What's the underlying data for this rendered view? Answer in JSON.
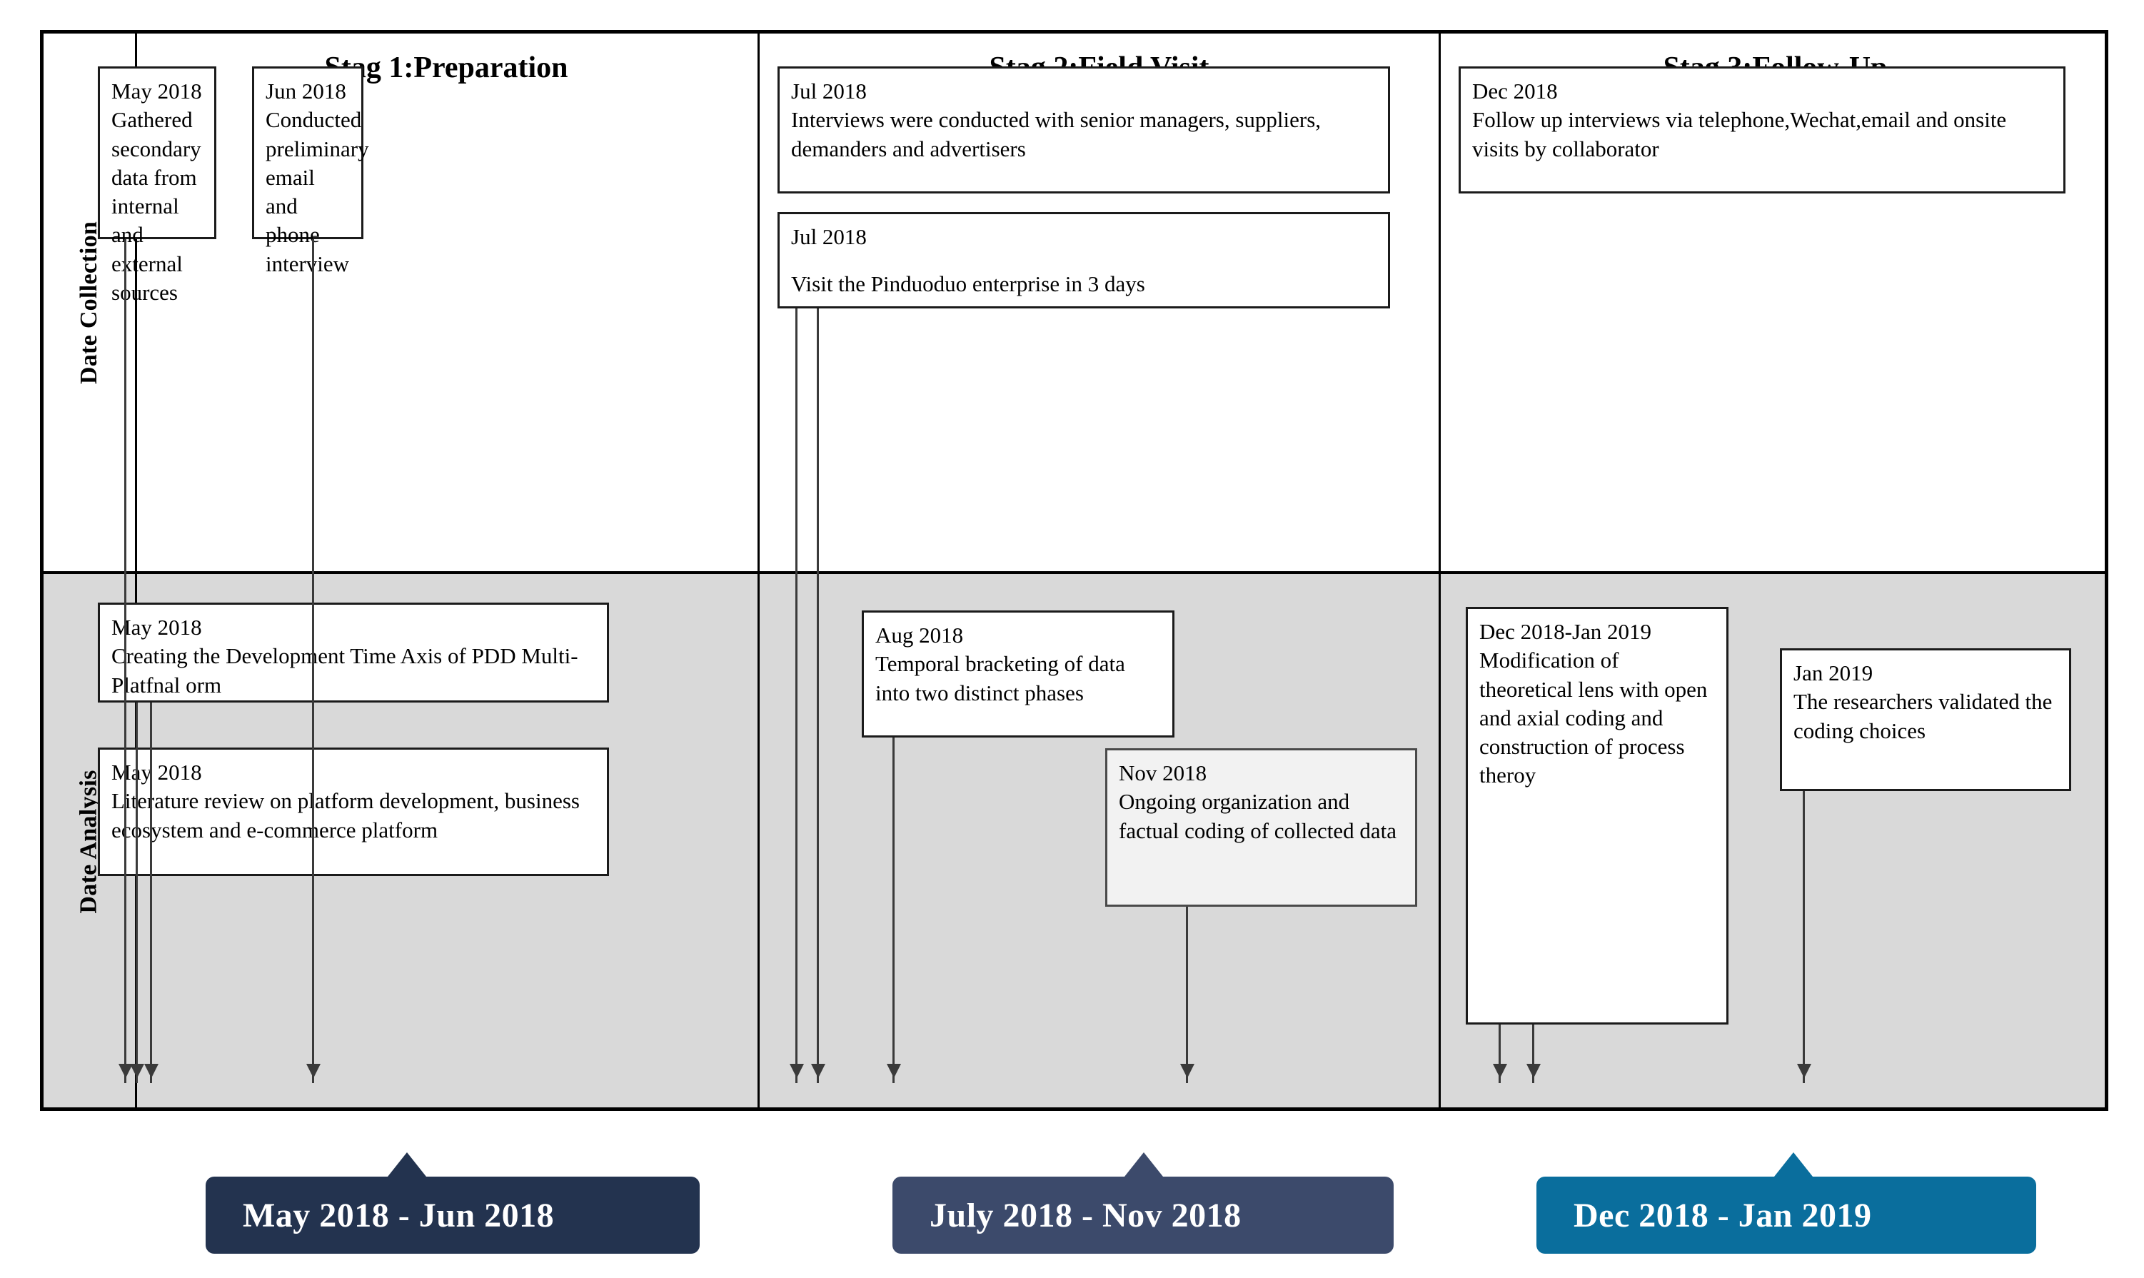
{
  "rows": [
    {
      "id": "date-collection",
      "label": "Date Collection"
    },
    {
      "id": "date-analysis",
      "label": "Date Analysis"
    }
  ],
  "stages": [
    {
      "id": "stage-1",
      "title": "Stag 1:Preparation"
    },
    {
      "id": "stage-2",
      "title": "Stag 2:Field Visit"
    },
    {
      "id": "stage-3",
      "title": "Stag 3:Follow-Up"
    }
  ],
  "collection": {
    "s1a": {
      "date": "May 2018",
      "text": "Gathered secondary data from internal and external sources"
    },
    "s1b": {
      "date": "Jun 2018",
      "text": "Conducted preliminary email and phone interview"
    },
    "s2a": {
      "date": "Jul 2018",
      "text": "Interviews were conducted with senior managers, suppliers, demanders and advertisers"
    },
    "s2b": {
      "date": "Jul 2018",
      "text": "Visit the Pinduoduo enterprise in 3 days"
    },
    "s3a": {
      "date": "Dec 2018",
      "text": "Follow up interviews via telephone,Wechat,email and onsite visits by collaborator"
    }
  },
  "analysis": {
    "s1a": {
      "date": "May 2018",
      "text": "Creating the Development Time Axis of PDD Multi-Platfnal orm"
    },
    "s1b": {
      "date": "May 2018",
      "text": "Literature review on platform development, business ecosystem and e-commerce platform"
    },
    "s2a": {
      "date": "Aug 2018",
      "text": "Temporal bracketing of data into two distinct phases"
    },
    "s2b": {
      "date": "Nov 2018",
      "text": "Ongoing organization and factual coding of collected data"
    },
    "s3a": {
      "date": "Dec 2018-Jan 2019",
      "text": "Modification of theoretical lens with open and axial coding and construction of process theroy"
    },
    "s3b": {
      "date": "Jan 2019",
      "text": "The researchers validated the coding choices"
    }
  },
  "banners": [
    {
      "id": "banner-stage-1",
      "label": "May 2018 - Jun 2018",
      "color": "#23334f"
    },
    {
      "id": "banner-stage-2",
      "label": "July 2018 - Nov 2018",
      "color": "#3c4a6b"
    },
    {
      "id": "banner-stage-3",
      "label": "Dec 2018 - Jan 2019",
      "color": "#0a6severity"
    }
  ],
  "colors": {
    "stage1_banner": "#23334f",
    "stage2_banner": "#3c4a6b",
    "stage3_banner": "#0a6e9d",
    "analysis_row_fill": "#d9d9d9",
    "box_border": "#1b1b1b",
    "connector": "#3a3a3a"
  }
}
